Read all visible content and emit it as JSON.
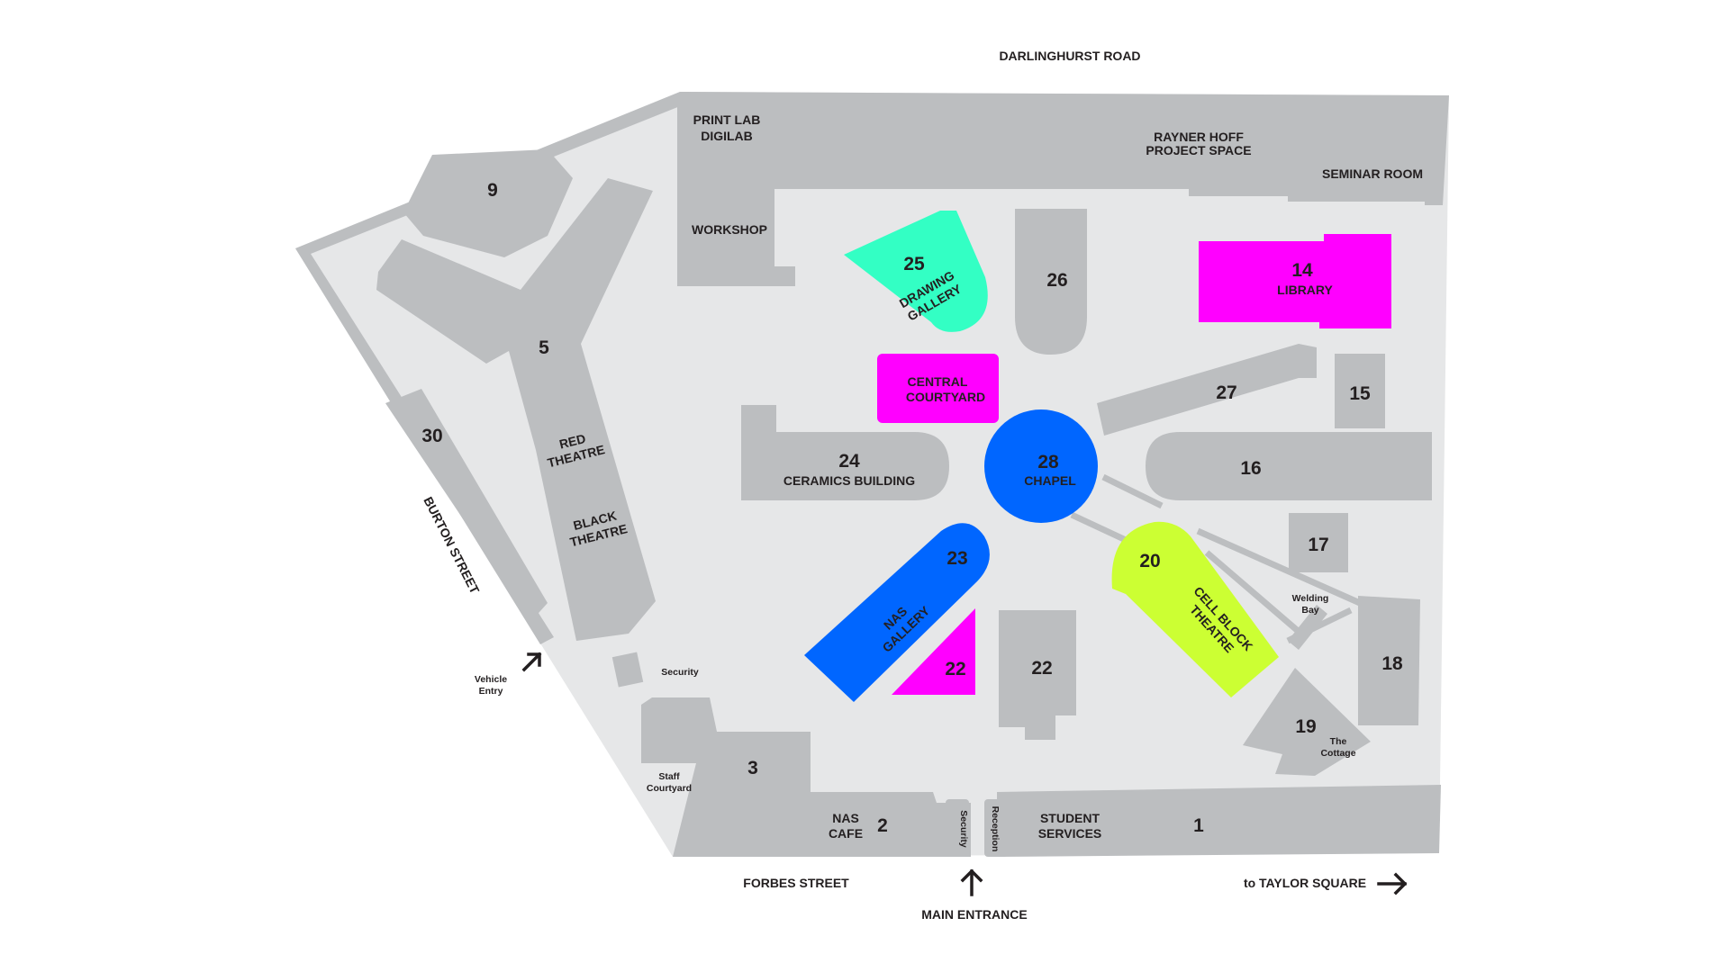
{
  "colors": {
    "site": "#e6e7e8",
    "building": "#bcbec0",
    "text": "#231f20",
    "magenta": "#ff00ff",
    "aqua": "#33ffc4",
    "blue": "#0066ff",
    "lime": "#ccff33",
    "background": "#ffffff"
  },
  "streets": {
    "north": "DARLINGHURST ROAD",
    "south": "FORBES STREET",
    "west": "BURTON STREET",
    "main_entrance": "MAIN ENTRANCE",
    "taylor_square": "to TAYLOR SQUARE"
  },
  "icons": {
    "main_entrance": "arrow-up-icon",
    "taylor_square": "arrow-right-icon",
    "vehicle_entry": "arrow-diagonal-icon"
  },
  "buildings": {
    "b1": {
      "number": "1"
    },
    "b2": {
      "number": "2"
    },
    "b3": {
      "number": "3"
    },
    "b5": {
      "number": "5"
    },
    "b9": {
      "number": "9"
    },
    "b14": {
      "number": "14",
      "name": "LIBRARY"
    },
    "b15": {
      "number": "15"
    },
    "b16": {
      "number": "16"
    },
    "b17": {
      "number": "17"
    },
    "b18": {
      "number": "18"
    },
    "b19": {
      "number": "19",
      "name_1": "The",
      "name_2": "Cottage"
    },
    "b20": {
      "number": "20",
      "name_1": "CELL BLOCK",
      "name_2": "THEATRE"
    },
    "b22a": {
      "number": "22"
    },
    "b22b": {
      "number": "22"
    },
    "b23": {
      "number": "23",
      "name_1": "NAS",
      "name_2": "GALLERY"
    },
    "b24": {
      "number": "24",
      "name": "CERAMICS BUILDING"
    },
    "b25": {
      "number": "25",
      "name_1": "DRAWING",
      "name_2": "GALLERY"
    },
    "b26": {
      "number": "26"
    },
    "b27": {
      "number": "27"
    },
    "b28": {
      "number": "28",
      "name": "CHAPEL"
    },
    "b30": {
      "number": "30"
    }
  },
  "labels": {
    "print_lab": "PRINT LAB",
    "digilab": "DIGILAB",
    "workshop": "WORKSHOP",
    "rayner_1": "RAYNER HOFF",
    "rayner_2": "PROJECT SPACE",
    "seminar": "SEMINAR ROOM",
    "central_1": "CENTRAL",
    "central_2": "COURTYARD",
    "red_1": "RED",
    "red_2": "THEATRE",
    "black_1": "BLACK",
    "black_2": "THEATRE",
    "security_west": "Security",
    "security_gate": "Security",
    "reception": "Reception",
    "vehicle_1": "Vehicle",
    "vehicle_2": "Entry",
    "staff_1": "Staff",
    "staff_2": "Courtyard",
    "nas_cafe_1": "NAS",
    "nas_cafe_2": "CAFE",
    "student_1": "STUDENT",
    "student_2": "SERVICES",
    "welding_1": "Welding",
    "welding_2": "Bay"
  }
}
